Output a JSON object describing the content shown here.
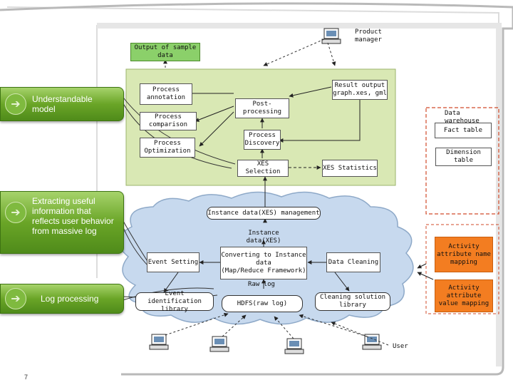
{
  "labels": {
    "understandable": "Understandable\nmodel",
    "extracting": "Extracting useful\ninformation that\nreflects user behavior\nfrom massive log",
    "log_processing": "Log processing"
  },
  "top": {
    "output_sample": "Output of sample\ndata",
    "product_manager": "Product\nmanager",
    "process_annotation": "Process\nannotation",
    "process_comparison": "Process\ncomparison",
    "process_optimization": "Process\nOptimization",
    "post_processing": "Post-\nprocessing",
    "process_discovery": "Process\nDiscovery",
    "result_output": "Result output\ngraph.xes, gml",
    "xes_selection": "XES Selection",
    "xes_statistics": "XES Statistics"
  },
  "warehouse": {
    "title": "Data warehouse",
    "fact_table": "Fact table",
    "dimension_table": "Dimension\ntable",
    "activity_name_mapping": "Activity\nattribute name\nmapping",
    "activity_value_mapping": "Activity\nattribute\nvalue mapping"
  },
  "cloud": {
    "instance_mgmt": "Instance data(XES) management",
    "instance_data": "Instance data(XES)",
    "event_setting": "Event Setting",
    "converting": "Converting to Instance\ndata\n(Map/Reduce Framework)",
    "data_cleaning": "Data Cleaning",
    "raw_log": "Raw log",
    "event_library": "Event identification\nlibrary",
    "hdfs": "HDFS(raw log)",
    "cleaning_library": "Cleaning solution\nlibrary",
    "user": "User"
  },
  "page_number": "7",
  "colors": {
    "green_panel": "#d9e8b4",
    "green_pill": "#6aa527",
    "cloud": "#c7d9ee",
    "orange": "#f37d21",
    "warehouse_border": "#d04b2a"
  }
}
